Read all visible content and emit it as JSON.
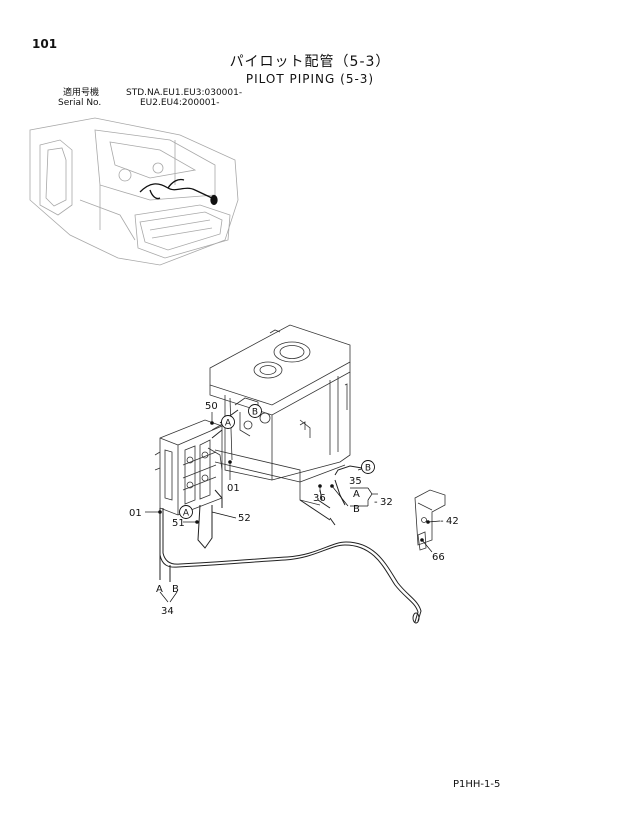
{
  "page": {
    "number": "101",
    "title_jp": "パイロット配管（5-3）",
    "title_en": "PILOT PIPING (5-3)",
    "applicability_label_jp": "適用号機",
    "applicability_label_en": "Serial No.",
    "applicability_line1": "STD.NA.EU1.EU3:030001-",
    "applicability_line2": "EU2.EU4:200001-",
    "sheet_code": "P1HH-1-5"
  },
  "callouts": {
    "c50": "50",
    "c01_top": "01",
    "c01_left": "01",
    "c51": "51",
    "c52": "52",
    "c35": "35",
    "c36": "36",
    "c32": "32",
    "c42": "42",
    "c66": "66",
    "c34": "34",
    "A": "A",
    "B": "B"
  },
  "colors": {
    "ink": "#111111",
    "faint": "#9a9a9a"
  }
}
